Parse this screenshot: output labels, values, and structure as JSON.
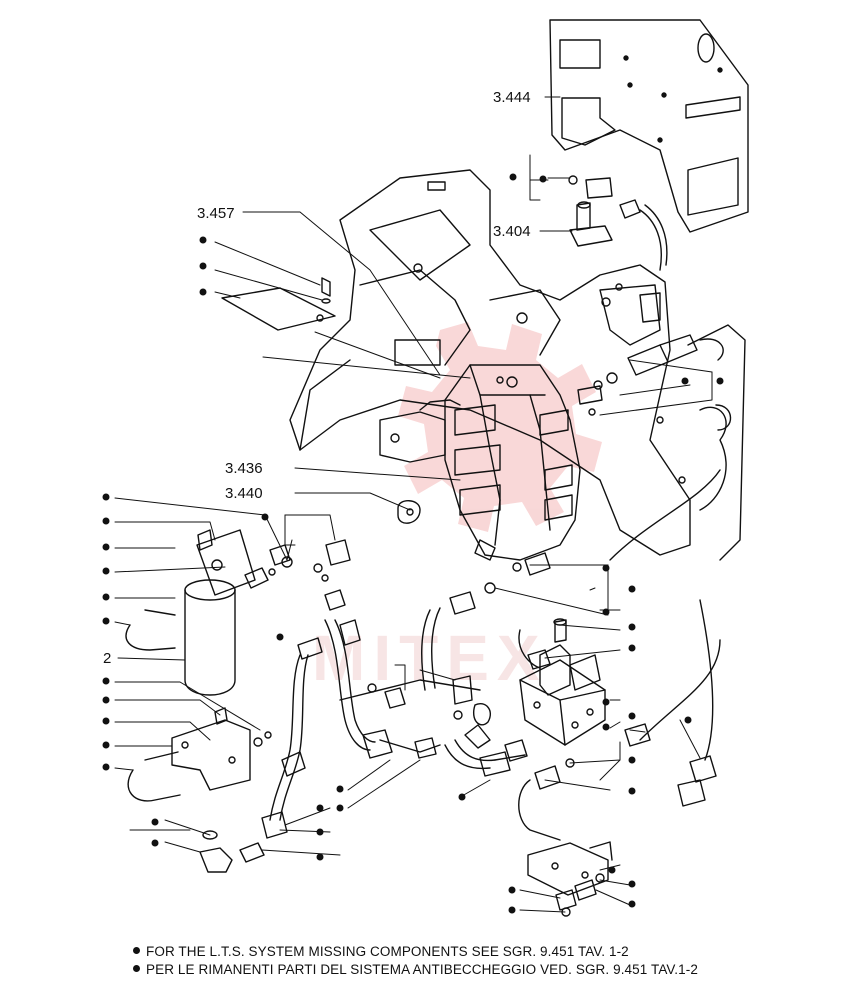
{
  "labels": {
    "p3444": "3.444",
    "p3457": "3.457",
    "p3404": "3.404",
    "p3436": "3.436",
    "p3440": "3.440",
    "p2": "2"
  },
  "watermark": {
    "text": "MITEX",
    "color": "#f0c4c4"
  },
  "footnotes": {
    "en": "FOR THE L.T.S. SYSTEM MISSING COMPONENTS SEE SGR. 9.451 TAV. 1-2",
    "it": "PER LE RIMANENTI PARTI DEL SISTEMA ANTIBECCHEGGIO VED. SGR. 9.451 TAV.1-2"
  }
}
